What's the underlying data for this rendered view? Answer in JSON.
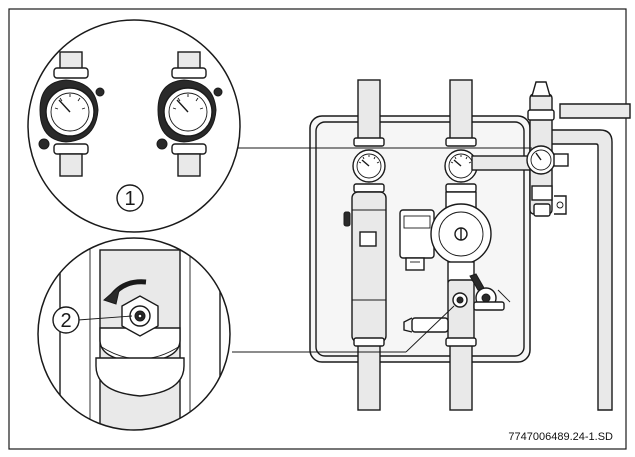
{
  "callouts": {
    "one": "1",
    "two": "2"
  },
  "document_id": "7747006489.24-1.SD",
  "colors": {
    "line": "#1a1a1a",
    "pipe_fill": "#e9e9e9",
    "panel_fill": "#f6f6f6",
    "background": "#ffffff"
  },
  "icons": {
    "thermometer_gauge": "thermometer-gauge-icon",
    "pressure_gauge": "pressure-gauge-icon",
    "pump": "circulation-pump-icon",
    "rotation_arrow": "rotation-arrow-icon"
  }
}
